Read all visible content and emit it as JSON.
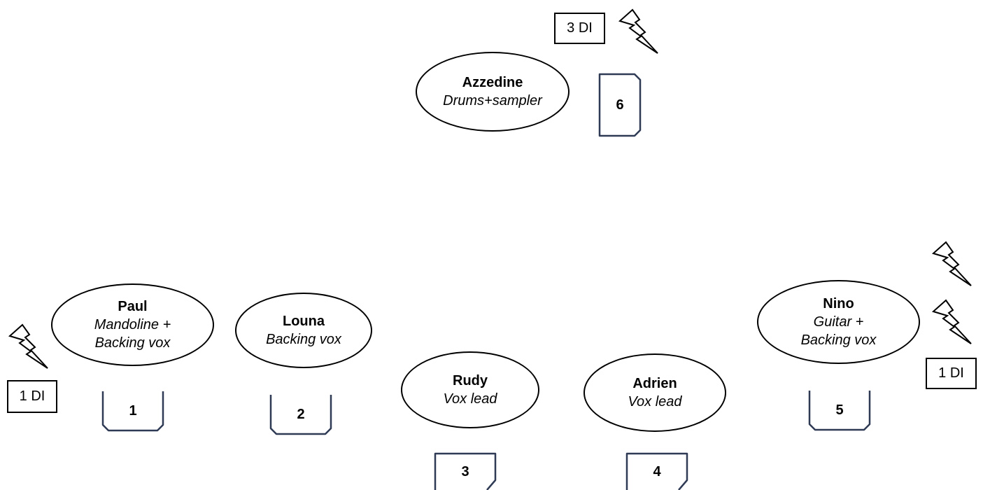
{
  "musicians": {
    "azzedine": {
      "name": "Azzedine",
      "role": "Drums+sampler"
    },
    "paul": {
      "name": "Paul",
      "role_line1": "Mandoline +",
      "role_line2": "Backing vox"
    },
    "louna": {
      "name": "Louna",
      "role": "Backing vox"
    },
    "rudy": {
      "name": "Rudy",
      "role": "Vox lead"
    },
    "adrien": {
      "name": "Adrien",
      "role": "Vox lead"
    },
    "nino": {
      "name": "Nino",
      "role_line1": "Guitar +",
      "role_line2": "Backing vox"
    }
  },
  "di_boxes": {
    "drums": "3 DI",
    "paul": "1 DI",
    "nino": "1 DI"
  },
  "monitors": {
    "m1": "1",
    "m2": "2",
    "m3": "3",
    "m4": "4",
    "m5": "5",
    "m6": "6"
  },
  "icons": {
    "power": "lightning-bolt",
    "monitor": "stage-wedge-monitor",
    "monitor_color": "#2f3b55"
  }
}
